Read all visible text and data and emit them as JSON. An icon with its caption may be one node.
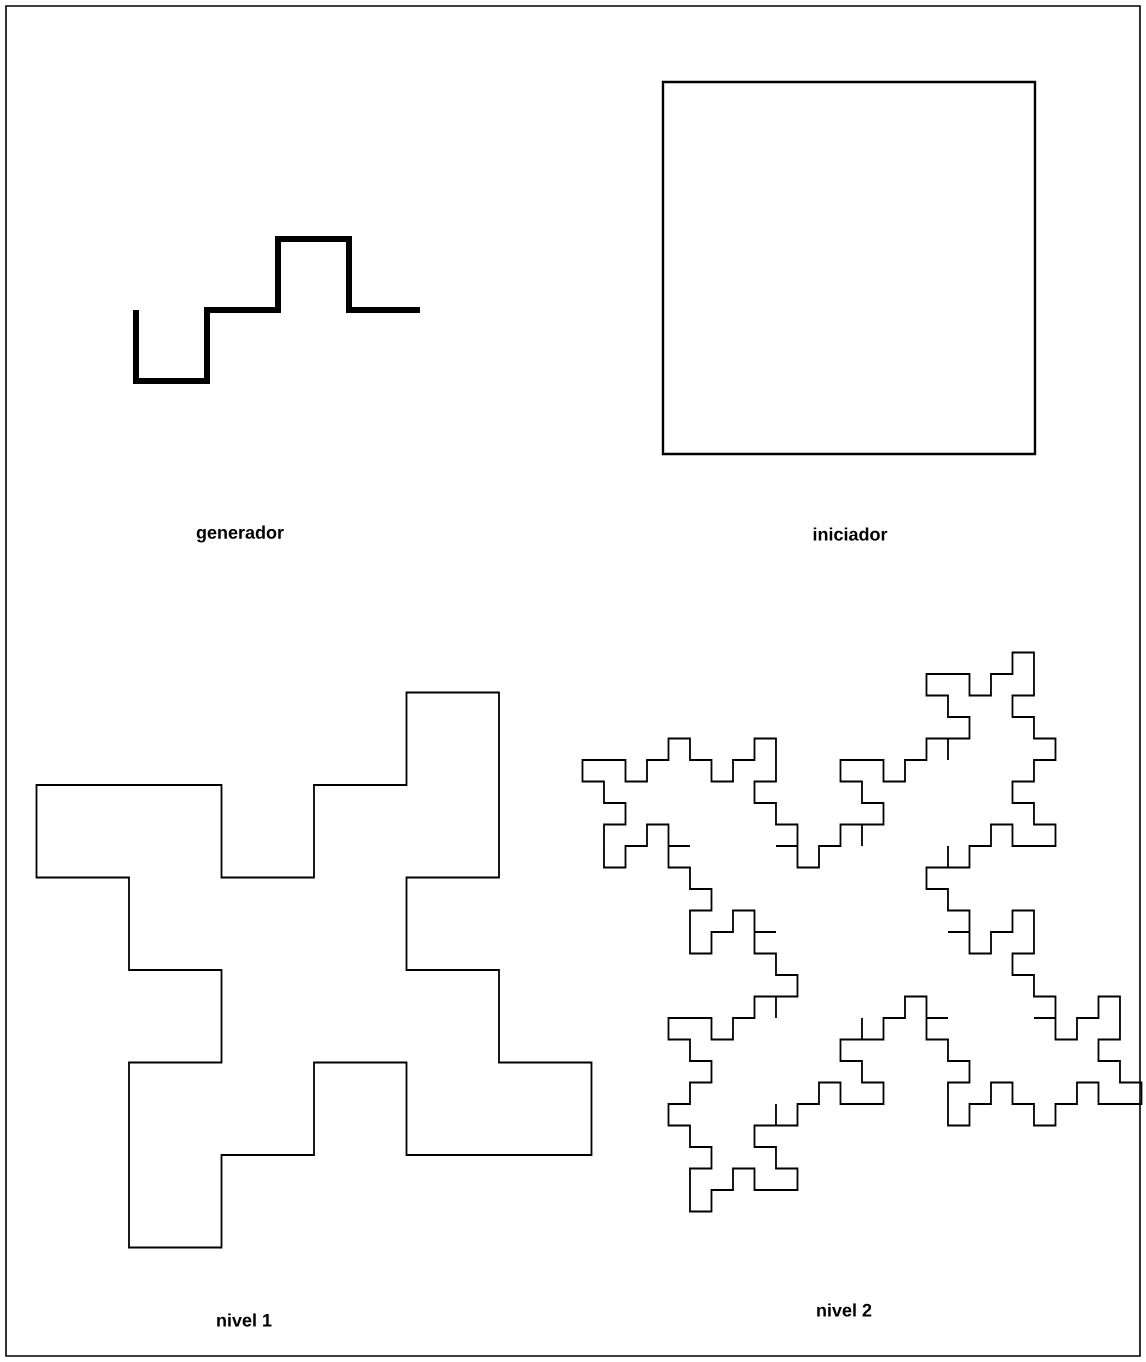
{
  "diagram": {
    "labels": [
      "generador",
      "iniciador",
      "nivel 1",
      "nivel 2"
    ]
  }
}
